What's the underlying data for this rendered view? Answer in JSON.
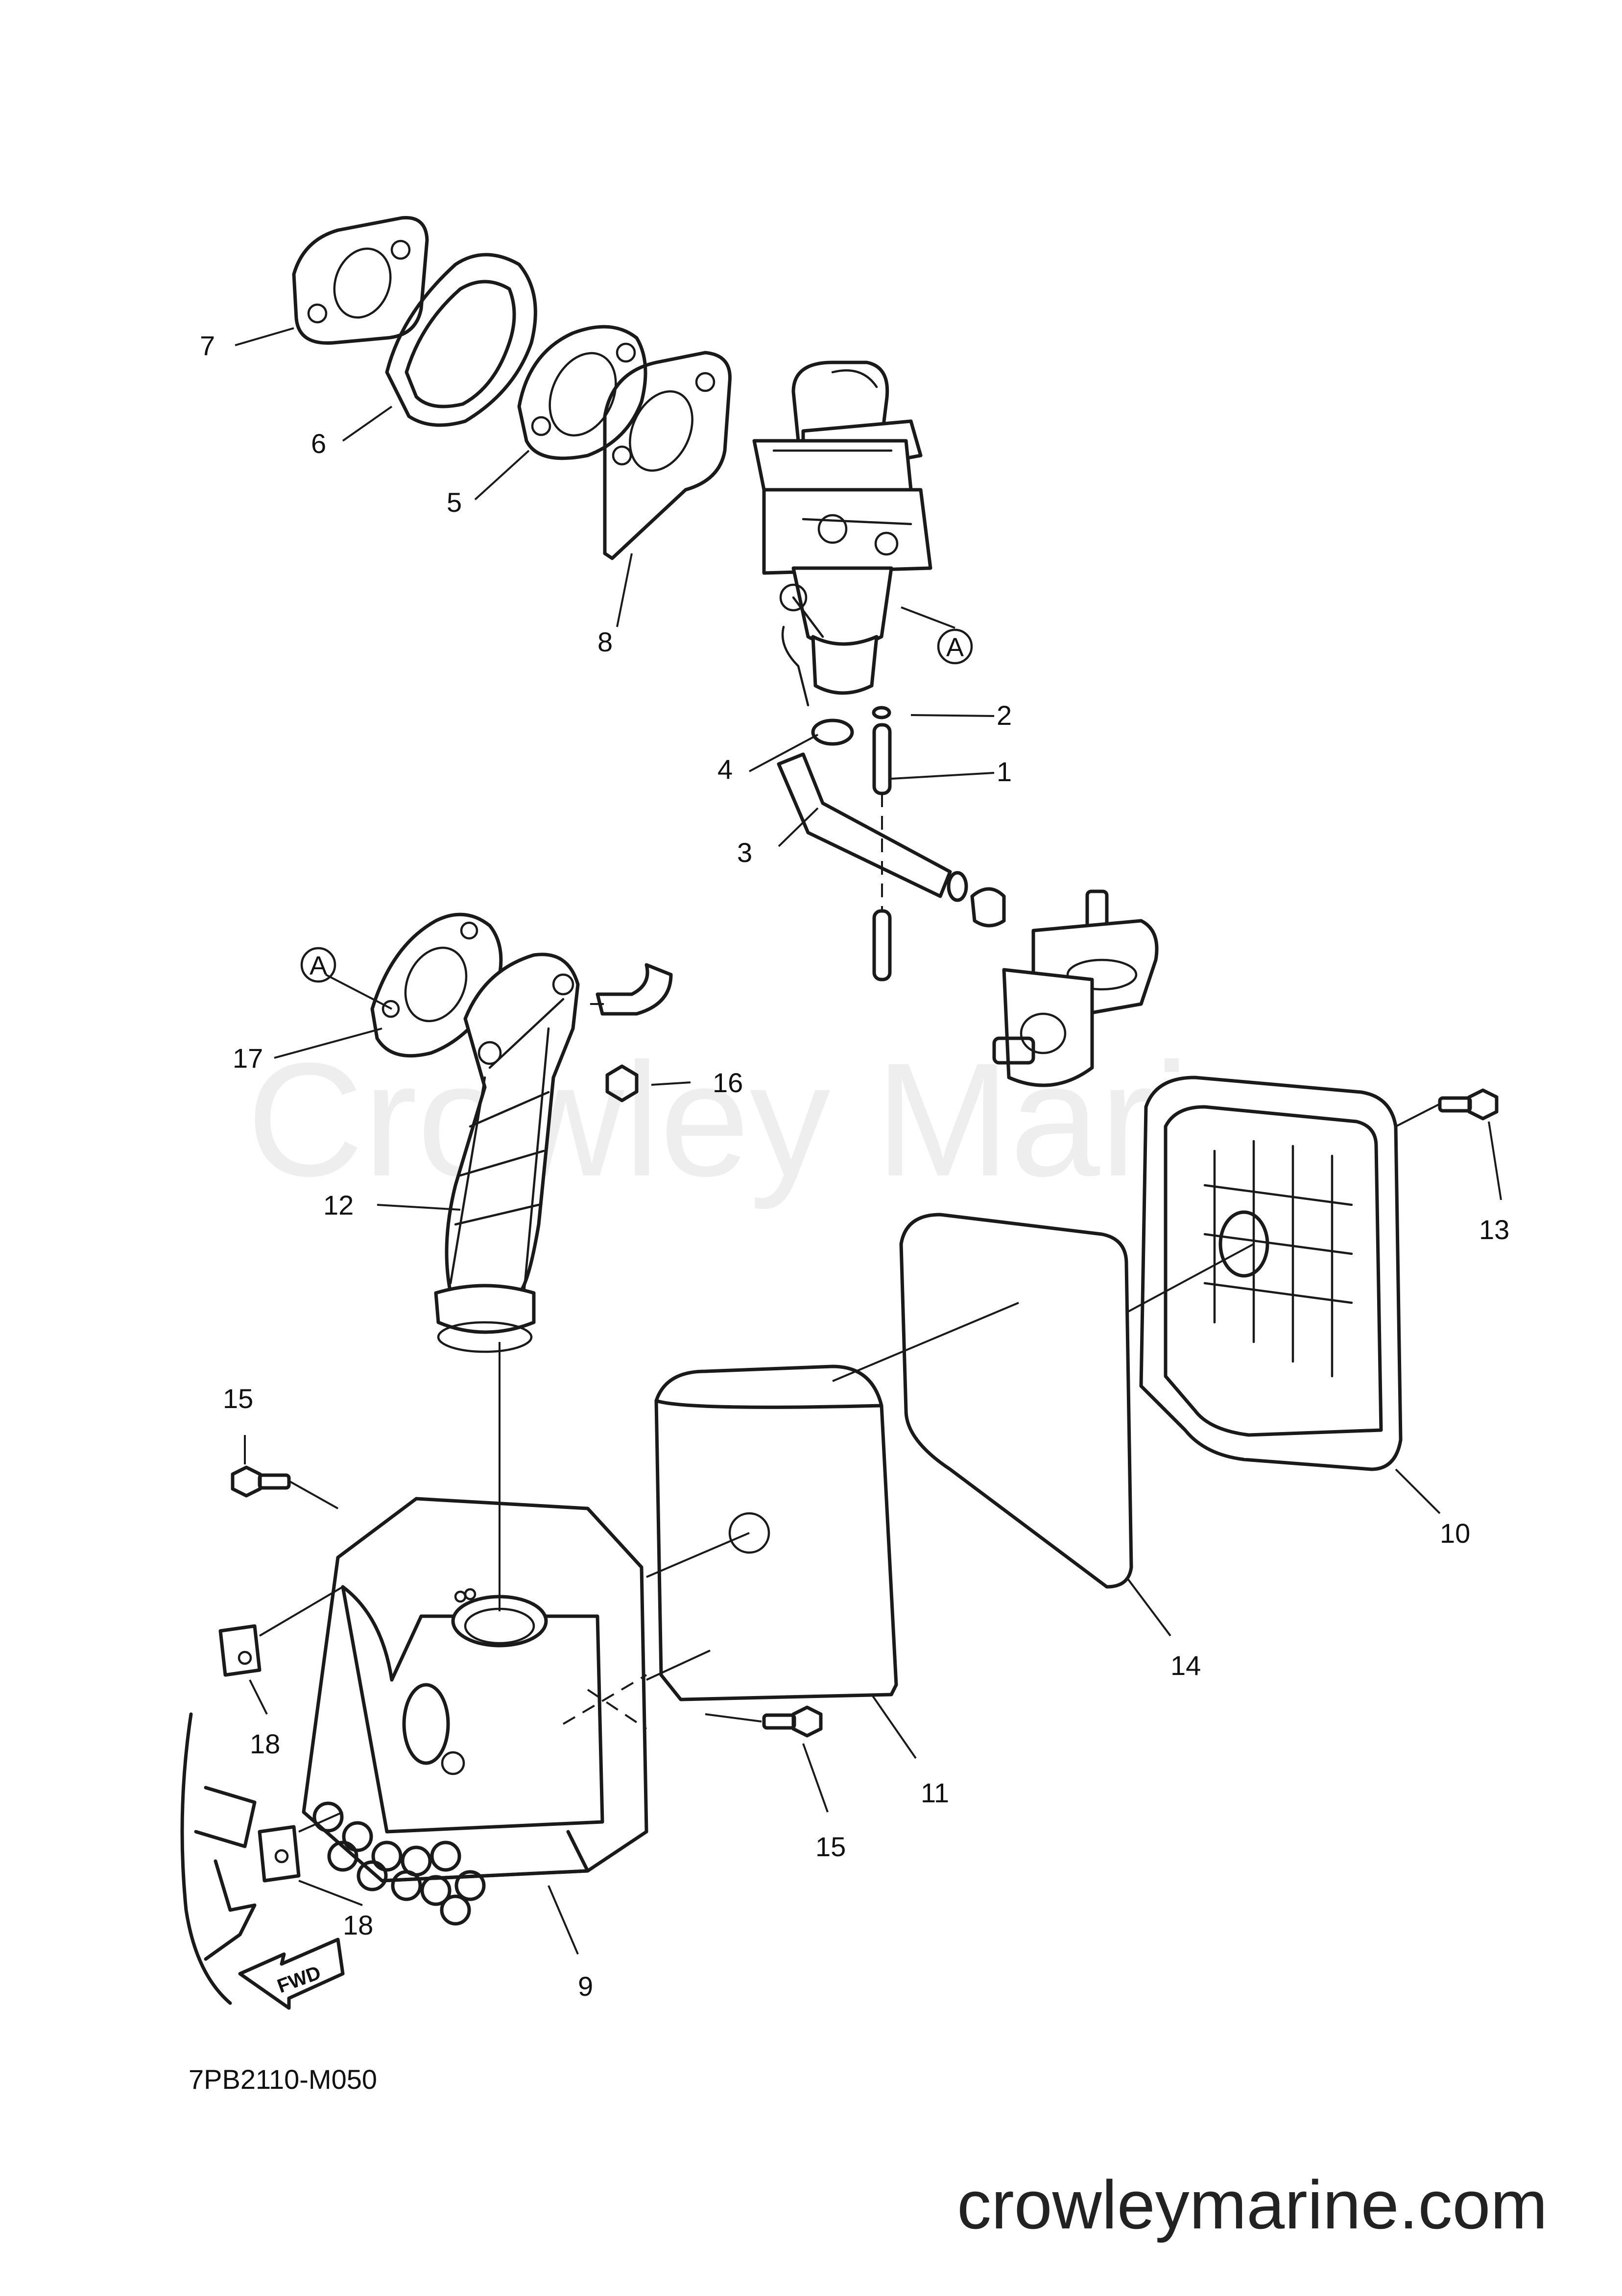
{
  "diagram": {
    "part_labels": [
      "1",
      "2",
      "3",
      "4",
      "5",
      "6",
      "7",
      "8",
      "9",
      "10",
      "11",
      "12",
      "13",
      "14",
      "15",
      "15",
      "16",
      "17",
      "18",
      "18"
    ],
    "reference_marks": [
      "A",
      "A"
    ],
    "fwd_arrow_label": "FWD",
    "drawing_code": "7PB2110-M050"
  },
  "watermark": {
    "center_text": "Crowley Marine",
    "footer_text": "crowleymarine.com",
    "color": "#e8e8e8"
  }
}
